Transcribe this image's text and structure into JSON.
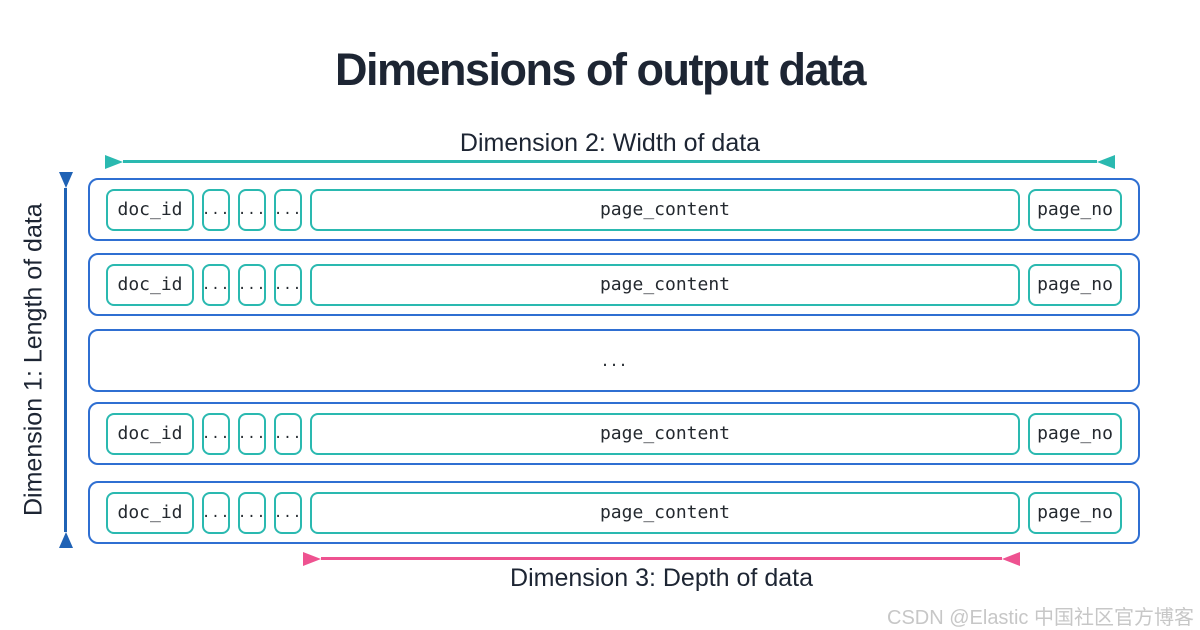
{
  "title": "Dimensions of output data",
  "colors": {
    "teal": "#2ab9b0",
    "blue": "#2f6fd2",
    "dark_blue": "#1f62b5",
    "pink": "#ee5290",
    "text_dark": "#1d2533",
    "watermark_gray": "#c7c7c7"
  },
  "axes": {
    "dim1_label": "Dimension 1: Length of data",
    "dim2_label": "Dimension 2: Width of data",
    "dim3_label": "Dimension 3: Depth of data"
  },
  "rows": [
    {
      "doc_id": "doc_id",
      "dots": [
        "...",
        "...",
        "..."
      ],
      "page_content": "page_content",
      "page_no": "page_no"
    },
    {
      "doc_id": "doc_id",
      "dots": [
        "...",
        "...",
        "..."
      ],
      "page_content": "page_content",
      "page_no": "page_no"
    },
    {
      "ellipsis": "..."
    },
    {
      "doc_id": "doc_id",
      "dots": [
        "...",
        "...",
        "..."
      ],
      "page_content": "page_content",
      "page_no": "page_no"
    },
    {
      "doc_id": "doc_id",
      "dots": [
        "...",
        "...",
        "..."
      ],
      "page_content": "page_content",
      "page_no": "page_no"
    }
  ],
  "watermark": "CSDN @Elastic 中国社区官方博客"
}
